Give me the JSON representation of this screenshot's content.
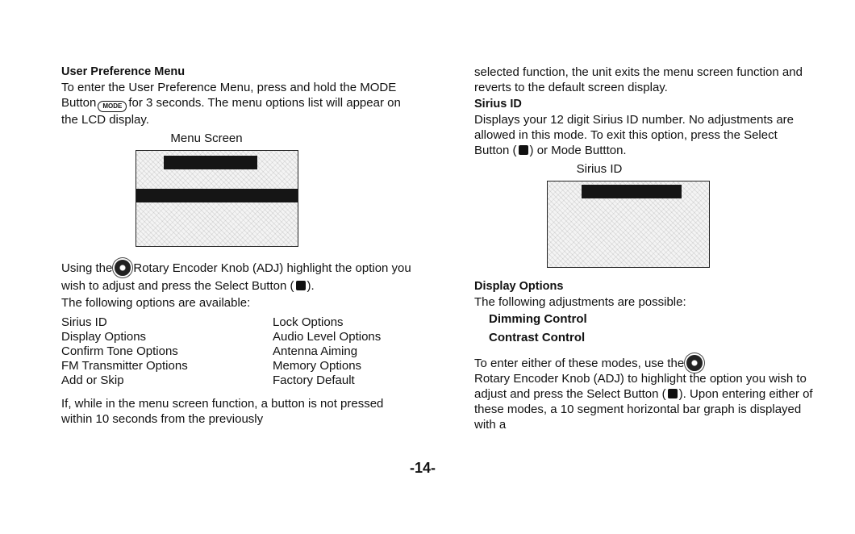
{
  "left": {
    "heading": "User Preference Menu",
    "para1_a": "To enter the User Preference Menu, press and hold the MODE Button",
    "mode_icon_text": "MODE",
    "para1_b": "for 3 seconds. The menu options list will appear on the LCD display.",
    "menu_screen_title": "Menu Screen",
    "para2_a": "Using the",
    "para2_b": "Rotary Encoder Knob (ADJ)  highlight the option you wish to adjust and press the Select Button (",
    "para2_c": ").",
    "para3": "The following options are available:",
    "options_col1": [
      "Sirius ID",
      "Display Options",
      "Confirm Tone Options",
      "FM Transmitter Options",
      "Add or Skip"
    ],
    "options_col2": [
      "Lock Options",
      "Audio Level Options",
      "Antenna Aiming",
      "Memory Options",
      "Factory Default"
    ],
    "para4": "If, while in the menu screen function, a button is not pressed within 10 seconds from the previously"
  },
  "right": {
    "para1": "selected function, the unit exits the menu screen function and reverts to the default screen display.",
    "sirius_heading": "Sirius ID",
    "sirius_para_a": "Displays your 12 digit Sirius ID number. No adjustments are allowed in this mode.   To exit this option,   press the  Select Button (",
    "sirius_para_b": ") or Mode Buttton.",
    "sirius_screen_title": "Sirius ID",
    "display_heading": "Display Options",
    "display_para": "The following adjustments are possible:",
    "dimming": "Dimming Control",
    "contrast": "Contrast Control",
    "para_enter_a": "To enter either of these modes, use the",
    "para_enter_b": "Rotary Encoder Knob (ADJ)  to highlight the option you wish to adjust and press the Select Button (",
    "para_enter_c": "). Upon entering either of these modes, a 10 segment horizontal bar graph is displayed with a"
  },
  "page_number": "-14-"
}
